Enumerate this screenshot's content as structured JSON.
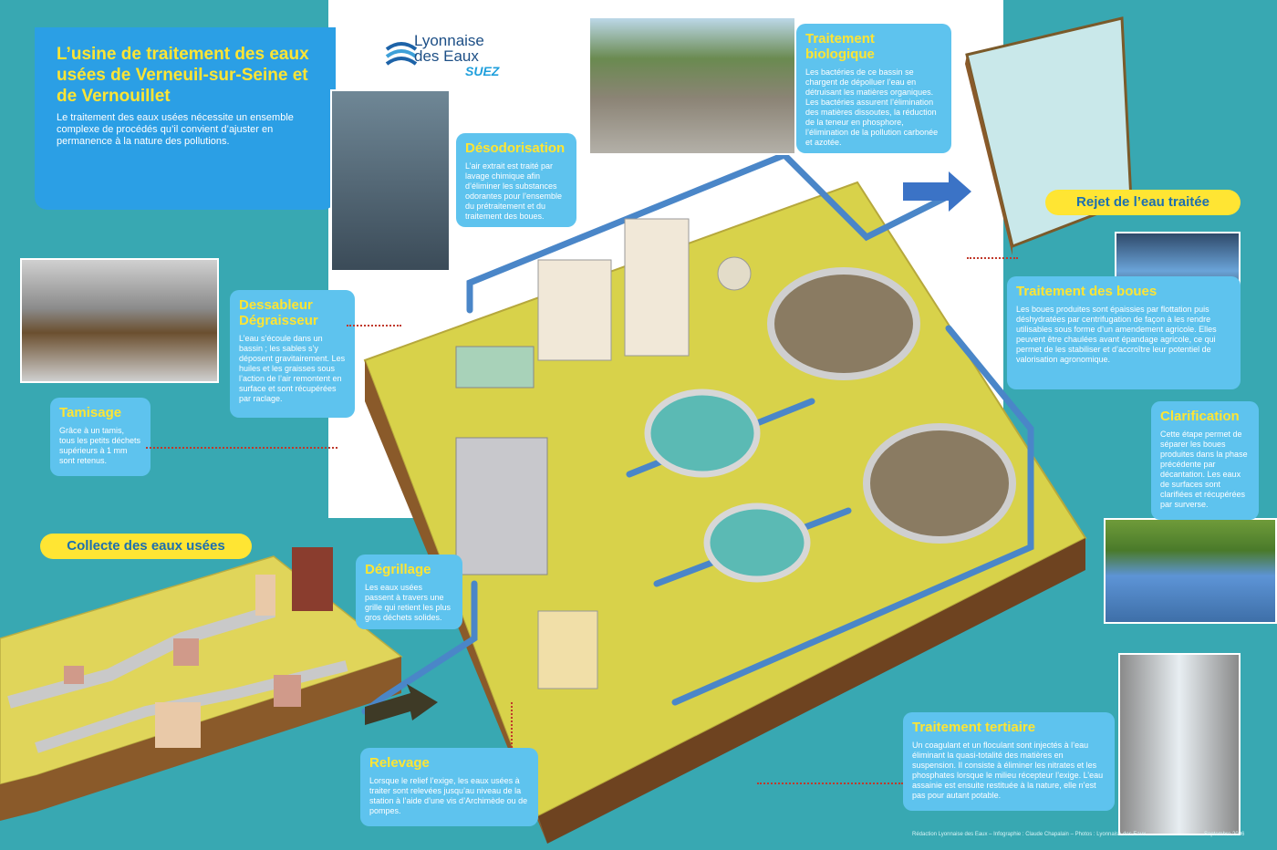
{
  "title": {
    "heading": "L’usine de traitement des eaux usées de Verneuil-sur-Seine et de Vernouillet",
    "text": "Le traitement des eaux usées nécessite un ensemble complexe de procédés qu’il convient d’ajuster en permanence à la nature des pollutions."
  },
  "logo": {
    "line1": "Lyonnaise",
    "line2": "des Eaux",
    "line3": "SUEZ"
  },
  "sections": {
    "desodorisation": {
      "title": "Désodorisation",
      "text": "L’air extrait est traité par lavage chimique afin d’éliminer les substances odorantes pour l’ensemble du prétraitement et du traitement des boues."
    },
    "biologique": {
      "title": "Traitement biologique",
      "text": "Les bactéries de ce bassin se chargent de dépolluer l’eau en détruisant les matières organiques. Les bactéries assurent l’élimination des matières dissoutes, la réduction de la teneur en phosphore, l’élimination de la pollution carbonée et azotée."
    },
    "rejet": {
      "title": "Rejet de l’eau traitée"
    },
    "boues": {
      "title": "Traitement des boues",
      "text": "Les boues produites sont épaissies par flottation puis déshydratées par centrifugation de façon à les rendre utilisables sous forme d’un amendement agricole. Elles peuvent être chaulées avant épandage agricole, ce qui permet de les stabiliser et d’accroître leur potentiel de valorisation agronomique."
    },
    "dessableur": {
      "title": "Dessableur Dégraisseur",
      "text": "L’eau s’écoule dans un bassin ; les sables s’y déposent gravitairement. Les huiles et les graisses sous l’action de l’air remontent en surface et sont récupérées par raclage."
    },
    "tamisage": {
      "title": "Tamisage",
      "text": "Grâce à un tamis, tous les petits déchets supérieurs à 1 mm sont retenus."
    },
    "clarification": {
      "title": "Clarification",
      "text": "Cette étape permet de séparer les boues produites dans la phase précédente par décantation. Les eaux de surfaces sont clarifiées et récupérées par surverse."
    },
    "collecte": {
      "title": "Collecte des eaux usées"
    },
    "degrillage": {
      "title": "Dégrillage",
      "text": "Les eaux usées passent à travers une grille qui retient les plus gros déchets solides."
    },
    "relevage": {
      "title": "Relevage",
      "text": "Lorsque le relief l’exige, les eaux usées à traiter sont relevées jusqu’au niveau de la station à l’aide d’une vis d’Archimède ou de pompes."
    },
    "tertiaire": {
      "title": "Traitement tertiaire",
      "text": "Un coagulant et un floculant sont injectés à l’eau éliminant la quasi-totalité des matières en suspension. Il consiste à éliminer les nitrates et les phosphates lorsque le milieu récepteur l’exige. L’eau assainie est ensuite restituée à la nature, elle n’est pas pour autant potable."
    }
  },
  "footer": {
    "credits": "Rédaction Lyonnaise des Eaux – Infographie : Claude Chapalain – Photos : Lyonnaise des Eaux",
    "date": "Septembre 2006"
  },
  "colors": {
    "panel": "#5ec3ee",
    "title_yellow": "#ffe533",
    "teal": "#38a8b2",
    "ground": "#d7d24a",
    "pipe": "#4a86c8"
  }
}
